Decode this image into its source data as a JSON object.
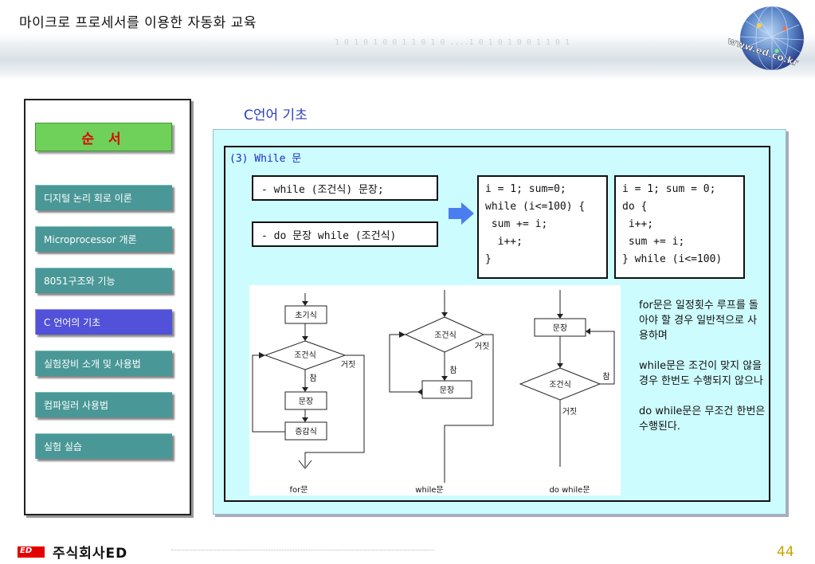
{
  "header": {
    "title": "마이크로 프로세서를 이용한 자동화 교육",
    "deco_digits": "1 0 1 0 1 0 0 1 1 0 1 0 ....1 0 1 0 1 0 0 1 1 0 1",
    "logo_text": "www.ed.co.kr"
  },
  "sidebar": {
    "heading": "순 서",
    "items": [
      {
        "label": "디지털 논리 회로 이론",
        "active": false
      },
      {
        "label": "Microprocessor 개론",
        "active": false
      },
      {
        "label": "8051구조와 기능",
        "active": false
      },
      {
        "label": "C 언어의 기초",
        "active": true
      },
      {
        "label": "실험장비 소개 및 사용법",
        "active": false
      },
      {
        "label": "컴파일러 사용법",
        "active": false
      },
      {
        "label": "실험 실습",
        "active": false
      }
    ]
  },
  "main": {
    "section_title": "C언어 기초",
    "subtitle": "(3) While 문",
    "syntax": [
      "- while (조건식) 문장;",
      "- do 문장 while (조건식)"
    ],
    "code_while": "i = 1; sum=0;\nwhile (i<=100) {\n sum += i;\n  i++;\n}",
    "code_do": "i = 1; sum = 0;\ndo {\n i++;\n sum += i;\n} while (i<=100)",
    "flowchart": {
      "for": {
        "init": "초기식",
        "cond": "조건식",
        "true": "참",
        "false": "거짓",
        "body": "문장",
        "update": "증감식",
        "caption": "for문"
      },
      "while": {
        "cond": "조건식",
        "true": "참",
        "false": "거짓",
        "body": "문장",
        "caption": "while문"
      },
      "do": {
        "body": "문장",
        "cond": "조건식",
        "true": "참",
        "false": "거짓",
        "caption": "do while문"
      }
    },
    "description": [
      "for문은 일정횟수 루프를 돌아야 할 경우 일반적으로 사용하며",
      "while문은 조건이 맞지 않을 경우 한번도 수행되지 않으나",
      "do while문은 무조건 한번은 수행된다."
    ]
  },
  "footer": {
    "logo_badge": "ED",
    "company": "주식회사ED",
    "page": "44"
  },
  "colors": {
    "title_blue": "#2c3ec2",
    "menu_teal": "#4a9797",
    "menu_active": "#5151d9",
    "heading_green": "#6fd159",
    "panel_bg": "#cdfcfe",
    "page_num": "#c8a400"
  }
}
